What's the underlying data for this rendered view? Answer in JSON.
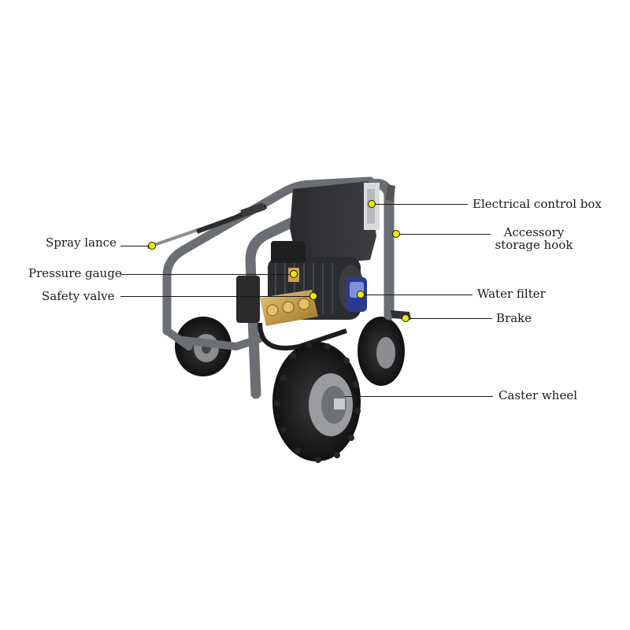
{
  "colors": {
    "background": "#ffffff",
    "marker": "#f2e600",
    "leader": "#1a1a1a",
    "frame": "#6b6e72",
    "body": "#2e2f31",
    "brass": "#c9a24a",
    "filter": "#2a3b8f"
  },
  "labels": {
    "electrical_control_box": "Electrical control box",
    "accessory_storage_hook_1": "Accessory",
    "accessory_storage_hook_2": "storage hook",
    "water_filter": "Water filter",
    "brake": "Brake",
    "caster_wheel": "Caster wheel",
    "spray_lance": "Spray lance",
    "pressure_gauge": "Pressure gauge",
    "safety_valve": "Safety valve"
  },
  "icons": [
    "marker-dot-icon"
  ]
}
